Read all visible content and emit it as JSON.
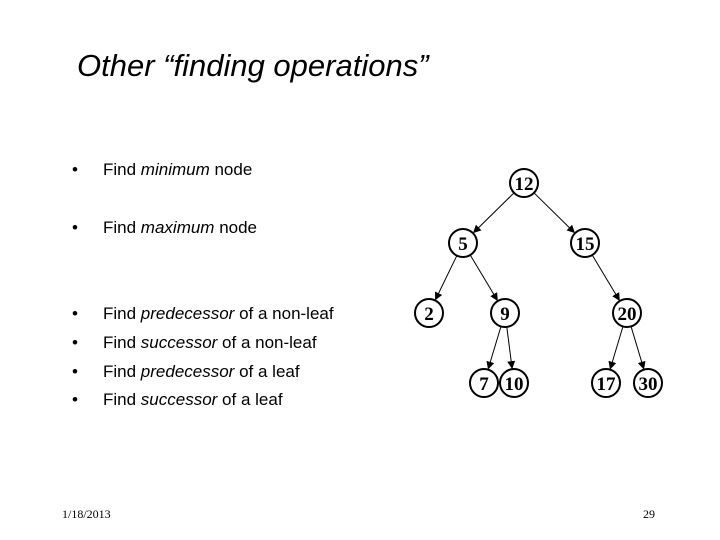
{
  "slide": {
    "title": "Other “finding operations”",
    "bullet_marker": "•",
    "bullets": [
      {
        "pre": "Find ",
        "em": "minimum",
        "post": " node"
      },
      {
        "pre": "Find ",
        "em": "maximum",
        "post": " node"
      },
      {
        "pre": "Find ",
        "em": "predecessor",
        "post": " of a non-leaf"
      },
      {
        "pre": "Find ",
        "em": "successor",
        "post": " of a non-leaf"
      },
      {
        "pre": "Find ",
        "em": "predecessor",
        "post": " of a leaf"
      },
      {
        "pre": "Find ",
        "em": "successor",
        "post": " of a leaf"
      }
    ],
    "footer": {
      "date": "1/18/2013",
      "page": "29"
    }
  },
  "tree": {
    "nodes": [
      {
        "id": "n12",
        "label": "12"
      },
      {
        "id": "n5",
        "label": "5"
      },
      {
        "id": "n15",
        "label": "15"
      },
      {
        "id": "n2",
        "label": "2"
      },
      {
        "id": "n9",
        "label": "9"
      },
      {
        "id": "n20",
        "label": "20"
      },
      {
        "id": "n7",
        "label": "7"
      },
      {
        "id": "n10",
        "label": "10"
      },
      {
        "id": "n17",
        "label": "17"
      },
      {
        "id": "n30",
        "label": "30"
      }
    ],
    "edges": [
      [
        "n12",
        "n5"
      ],
      [
        "n12",
        "n15"
      ],
      [
        "n5",
        "n2"
      ],
      [
        "n5",
        "n9"
      ],
      [
        "n15",
        "n20"
      ],
      [
        "n9",
        "n7"
      ],
      [
        "n9",
        "n10"
      ],
      [
        "n20",
        "n17"
      ],
      [
        "n20",
        "n30"
      ]
    ]
  }
}
